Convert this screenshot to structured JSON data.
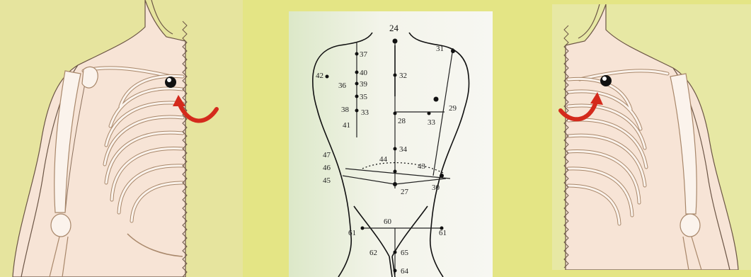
{
  "center_diagram": {
    "points": [
      {
        "id": "24",
        "label": "24"
      },
      {
        "id": "31",
        "label": "31"
      },
      {
        "id": "37",
        "label": "37"
      },
      {
        "id": "42",
        "label": "42"
      },
      {
        "id": "40",
        "label": "40"
      },
      {
        "id": "32",
        "label": "32"
      },
      {
        "id": "39",
        "label": "39"
      },
      {
        "id": "36",
        "label": "36"
      },
      {
        "id": "35",
        "label": "35"
      },
      {
        "id": "38",
        "label": "38"
      },
      {
        "id": "33a",
        "label": "33"
      },
      {
        "id": "29",
        "label": "29"
      },
      {
        "id": "28",
        "label": "28"
      },
      {
        "id": "33b",
        "label": "33"
      },
      {
        "id": "41",
        "label": "41"
      },
      {
        "id": "34",
        "label": "34"
      },
      {
        "id": "47",
        "label": "47"
      },
      {
        "id": "44",
        "label": "44"
      },
      {
        "id": "43",
        "label": "43"
      },
      {
        "id": "46",
        "label": "46"
      },
      {
        "id": "45",
        "label": "45"
      },
      {
        "id": "30",
        "label": "30"
      },
      {
        "id": "27",
        "label": "27"
      },
      {
        "id": "60",
        "label": "60"
      },
      {
        "id": "61a",
        "label": "61"
      },
      {
        "id": "61b",
        "label": "61"
      },
      {
        "id": "62",
        "label": "62"
      },
      {
        "id": "65",
        "label": "65"
      },
      {
        "id": "64",
        "label": "64"
      }
    ]
  },
  "colors": {
    "arrow": "#d42a1c",
    "background": "#e4e585",
    "bone_outline": "#a8876a",
    "skin": "#f6e2d2"
  }
}
